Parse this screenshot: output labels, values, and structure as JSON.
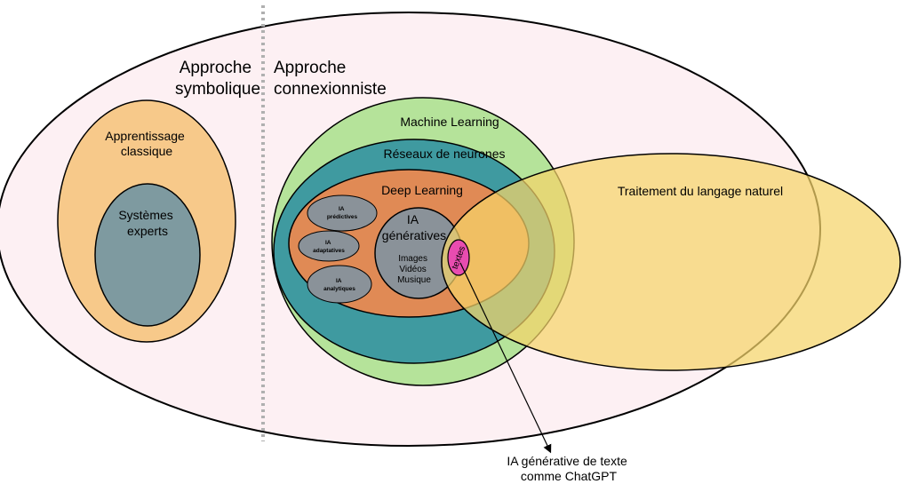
{
  "approach": {
    "symbolic": [
      "Approche",
      "symbolique"
    ],
    "connectionist": [
      "Approche",
      "connexionniste"
    ]
  },
  "classical": {
    "title": [
      "Apprentissage",
      "classique"
    ],
    "expert_systems": [
      "Systèmes",
      "experts"
    ]
  },
  "ml": {
    "machine_learning": "Machine Learning",
    "neural_networks": "Réseaux de neurones",
    "deep_learning": "Deep Learning"
  },
  "small_ai": {
    "predictive": [
      "IA",
      "prédictives"
    ],
    "adaptive": [
      "IA",
      "adaptatives"
    ],
    "analytic": [
      "IA",
      "analytiques"
    ]
  },
  "generative": {
    "title": [
      "IA",
      "génératives"
    ],
    "media": [
      "Images",
      "Vidéos",
      "Musique"
    ],
    "texts": "textes"
  },
  "nlp": "Traitement du langage naturel",
  "callout": [
    "IA générative  de texte",
    "comme ChatGPT"
  ],
  "colors": {
    "outer_fill": "#fdf0f3",
    "classical_fill": "#f7c98a",
    "expert_fill": "#7e9aa0",
    "ml_fill": "#b5e39a",
    "nn_fill": "#3f9aa0",
    "dl_fill": "#e08a55",
    "small_ai_fill": "#8a9299",
    "nlp_fill": "#f5d469",
    "texts_fill": "#e84cb0",
    "divider": "#b0b0b0"
  }
}
